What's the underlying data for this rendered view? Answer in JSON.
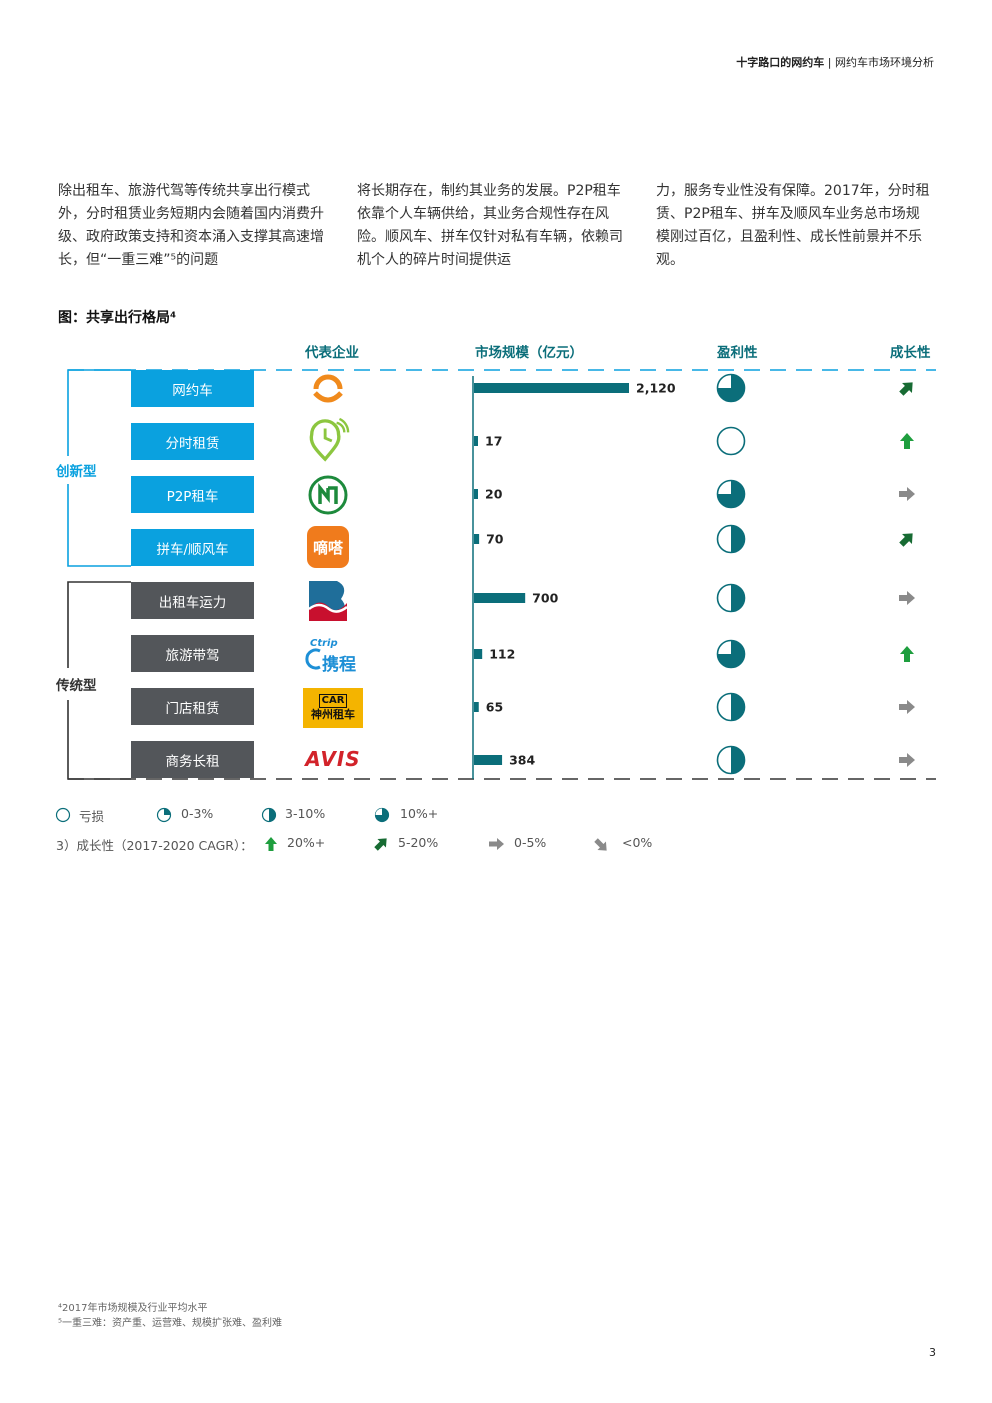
{
  "header": {
    "bold": "十字路口的网约车",
    "sep": "|",
    "rest": "网约车市场环境分析"
  },
  "body_text": {
    "col1": "除出租车、旅游代驾等传统共享出行模式外，分时租赁业务短期内会随着国内消费升级、政府政策支持和资本涌入支撑其高速增长，但“一重三难”⁵的问题",
    "col2": "将长期存在，制约其业务的发展。P2P租车依靠个人车辆供给，其业务合规性存在风险。顺风车、拼车仅针对私有车辆，依赖司机个人的碎片时间提供运",
    "col3": "力，服务专业性没有保障。2017年，分时租赁、P2P租车、拼车及顺风车业务总市场规模刚过百亿，且盈利性、成长性前景并不乐观。"
  },
  "figure": {
    "title": "图：共享出行格局⁴",
    "col_heads": {
      "company": "代表企业",
      "market": "市场规模（亿元）",
      "profit": "盈利性",
      "growth": "成长性"
    },
    "groups": {
      "innovative": "创新型",
      "traditional": "传统型"
    },
    "logo_text": {
      "dida": "嘀嗒",
      "ctrip": "携程",
      "ctrip_en": "Ctrip",
      "car_en": "CAR",
      "car_cn": "神州租车",
      "avis": "AVIS"
    }
  },
  "colors": {
    "teal": "#0b6e7a",
    "blue": "#0aa1df",
    "gray": "#53565a",
    "green": "#1e9e3e",
    "darkgreen": "#176b33",
    "arrowgray": "#8a8a8a"
  },
  "chart_data": {
    "type": "bar",
    "categories": [
      "网约车",
      "分时租赁",
      "P2P租车",
      "拼车/顺风车",
      "出租车运力",
      "旅游带驾",
      "门店租赁",
      "商务长租"
    ],
    "group": [
      "创新型",
      "创新型",
      "创新型",
      "创新型",
      "传统型",
      "传统型",
      "传统型",
      "传统型"
    ],
    "values": [
      2120,
      17,
      20,
      70,
      700,
      112,
      65,
      384
    ],
    "value_labels": [
      "2,120",
      "17",
      "20",
      "70",
      "700",
      "112",
      "65",
      "384"
    ],
    "profitability": [
      "10%+",
      "亏损",
      "10%+",
      "3-10%",
      "3-10%",
      "10%+",
      "3-10%",
      "3-10%"
    ],
    "growth": [
      "5-20%",
      "20%+",
      "0-5%",
      "5-20%",
      "0-5%",
      "20%+",
      "0-5%",
      "0-5%"
    ]
  },
  "legend": {
    "profit_items": [
      "亏损",
      "0-3%",
      "3-10%",
      "10%+"
    ],
    "growth_label": "3）成长性（2017-2020 CAGR）：",
    "growth_items": [
      "20%+",
      "5-20%",
      "0-5%",
      "<0%"
    ]
  },
  "footnotes": {
    "n4": "⁴2017年市场规模及行业平均水平",
    "n5": "⁵一重三难：资产重、运营难、规模扩张难、盈利难"
  },
  "page_number": "3"
}
